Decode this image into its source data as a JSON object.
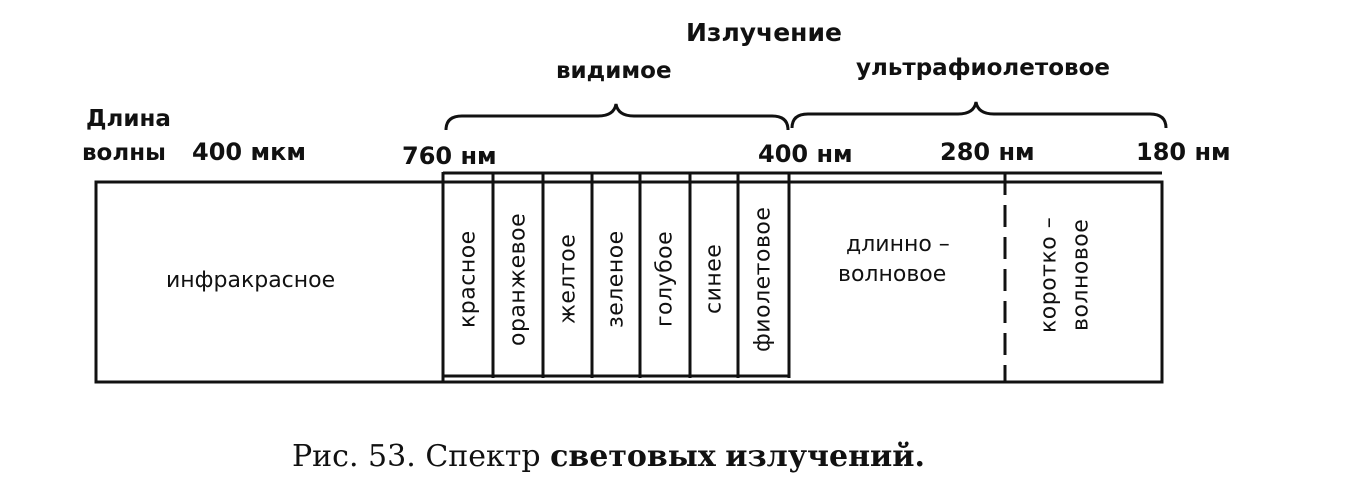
{
  "header": {
    "radiation": "Излучение",
    "visible": "видимое",
    "ultraviolet": "ультрафиолетовое"
  },
  "axis": {
    "label_line1": "Длина",
    "label_line2": "волны",
    "w400mkm": "400 мкм",
    "w760nm": "760 нм",
    "w400nm": "400 нм",
    "w280nm": "280 нм",
    "w180nm": "180 нм"
  },
  "bands": {
    "infrared": "инфракрасное",
    "red": "красное",
    "orange": "оранжевое",
    "yellow": "желтое",
    "green": "зеленое",
    "lightblue": "голубое",
    "blue": "синее",
    "violet": "фиолетовое",
    "uv_long_line1": "длинно –",
    "uv_long_line2": "волновое",
    "uv_short_line1": "коротко –",
    "uv_short_line2": "волновое"
  },
  "caption": {
    "prefix": "Рис. 53.",
    "word1": "Спектр",
    "word2": "световых",
    "word3": "излучений."
  }
}
